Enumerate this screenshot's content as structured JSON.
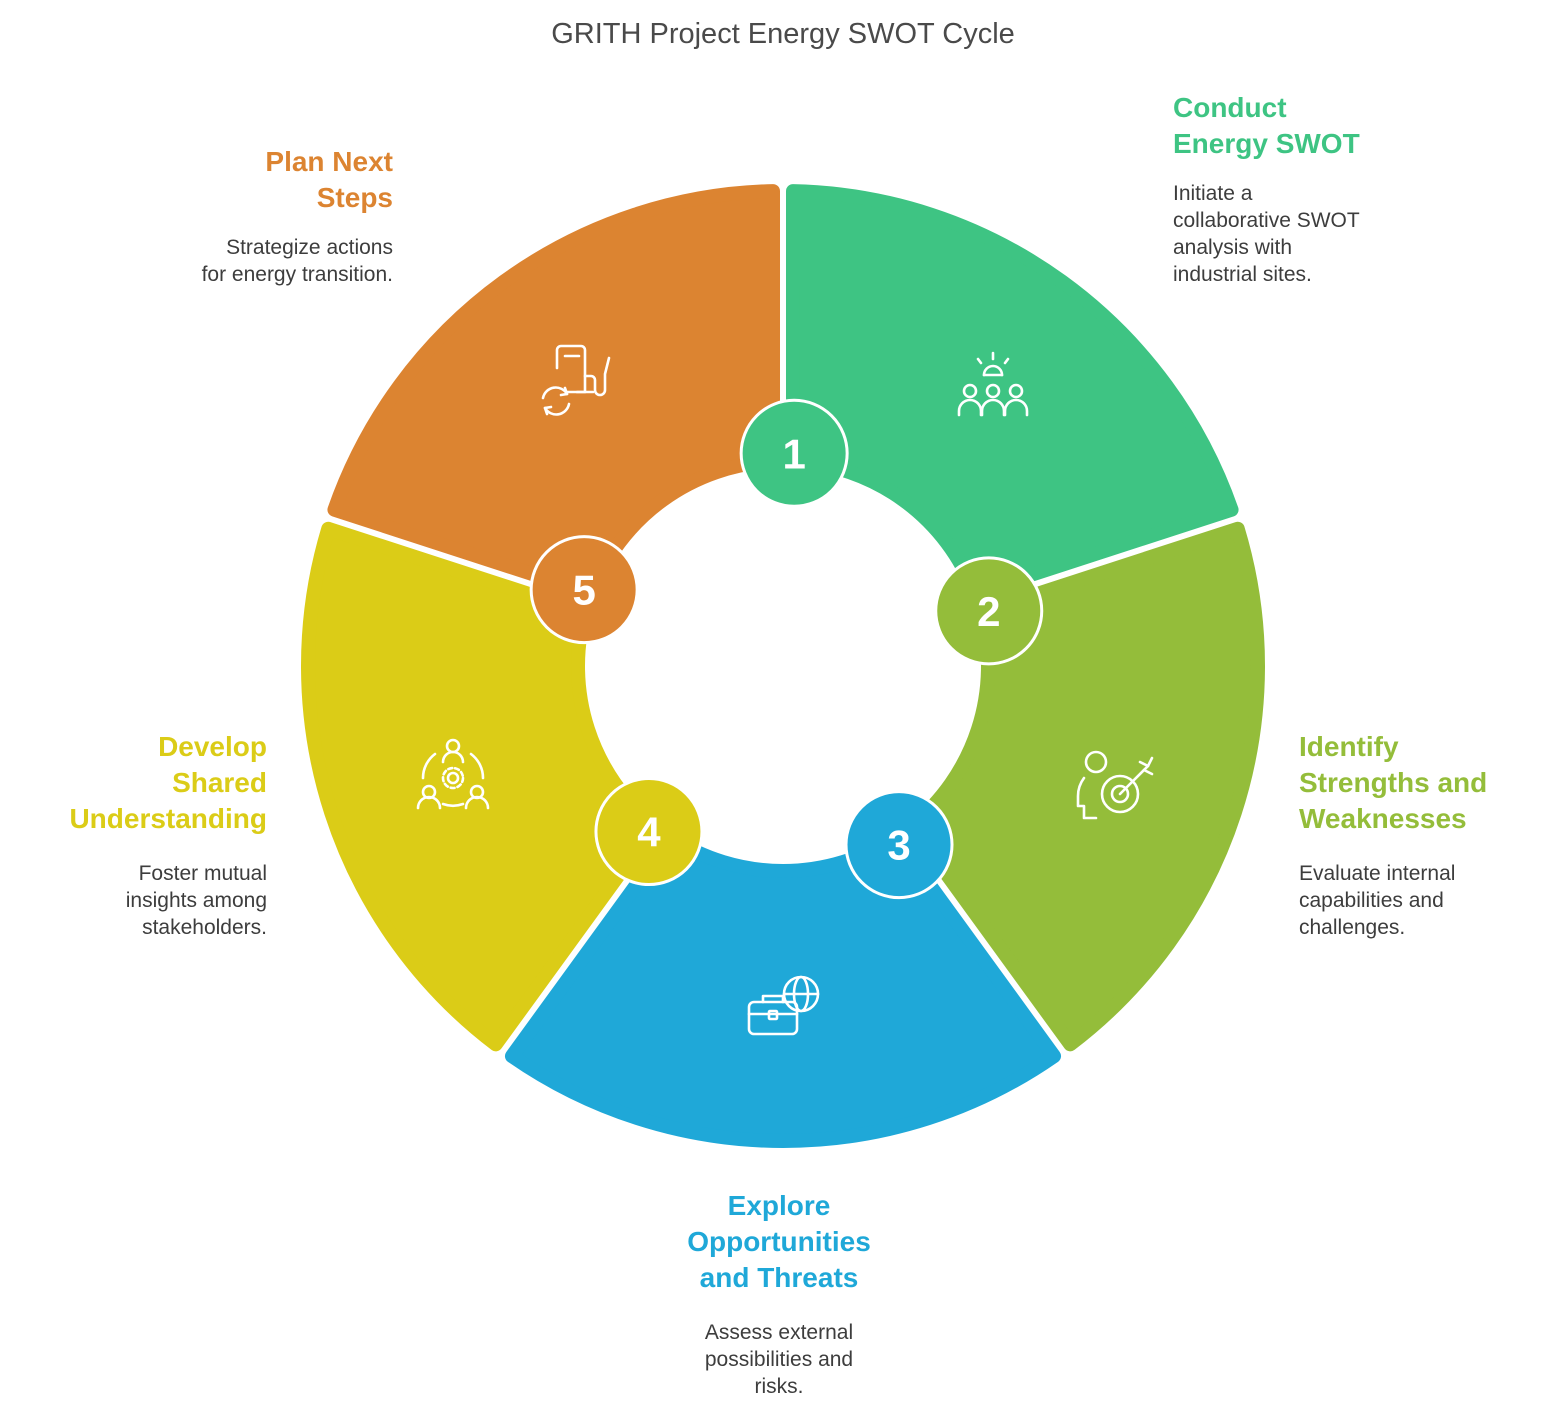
{
  "title": "GRITH Project Energy SWOT Cycle",
  "colors": {
    "step1": "#3ec483",
    "step2": "#94bd3a",
    "step3": "#1fa8d8",
    "step4": "#dbcc17",
    "step5": "#dc8431"
  },
  "steps": [
    {
      "number": "1",
      "title": [
        "Conduct",
        "Energy SWOT"
      ],
      "description": [
        "Initiate a",
        "collaborative SWOT",
        "analysis with",
        "industrial sites."
      ],
      "icon": "team-collaboration-icon"
    },
    {
      "number": "2",
      "title": [
        "Identify",
        "Strengths and",
        "Weaknesses"
      ],
      "description": [
        "Evaluate internal",
        "capabilities and",
        "challenges."
      ],
      "icon": "person-target-icon"
    },
    {
      "number": "3",
      "title": [
        "Explore",
        "Opportunities",
        "and Threats"
      ],
      "description": [
        "Assess external",
        "possibilities and",
        "risks."
      ],
      "icon": "briefcase-globe-icon"
    },
    {
      "number": "4",
      "title": [
        "Develop",
        "Shared",
        "Understanding"
      ],
      "description": [
        "Foster mutual",
        "insights among",
        "stakeholders."
      ],
      "icon": "people-network-icon"
    },
    {
      "number": "5",
      "title": [
        "Plan Next",
        "Steps"
      ],
      "description": [
        "Strategize actions",
        "for energy transition."
      ],
      "icon": "fuel-pump-cycle-icon"
    }
  ]
}
